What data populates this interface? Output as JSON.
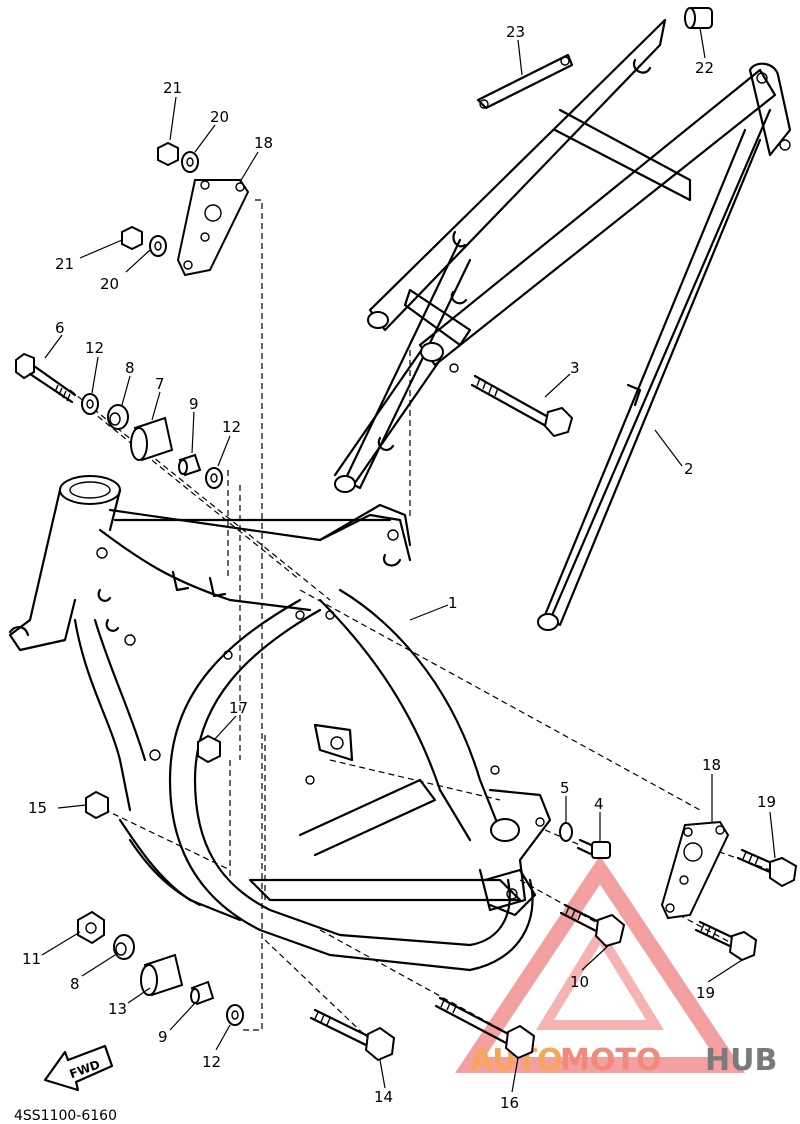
{
  "diagram_code": "4SS1100-6160",
  "fwd_label": "FWD",
  "watermark": {
    "part1": "AUTO",
    "part2": "MOTO",
    "part3": "HUB",
    "color_triangle": "#f08080",
    "color_text1": "#f5a65b",
    "color_text2": "#f08a7c",
    "color_text3": "#7a7a7a"
  },
  "callouts": {
    "c1": "1",
    "c2": "2",
    "c3": "3",
    "c4": "4",
    "c5": "5",
    "c6": "6",
    "c7": "7",
    "c8a": "8",
    "c8b": "8",
    "c9a": "9",
    "c9b": "9",
    "c10": "10",
    "c11": "11",
    "c12a": "12",
    "c12b": "12",
    "c12c": "12",
    "c13": "13",
    "c14": "14",
    "c15": "15",
    "c16": "16",
    "c17": "17",
    "c18a": "18",
    "c18b": "18",
    "c19a": "19",
    "c19b": "19",
    "c20a": "20",
    "c20b": "20",
    "c21a": "21",
    "c21b": "21",
    "c22": "22",
    "c23": "23"
  }
}
